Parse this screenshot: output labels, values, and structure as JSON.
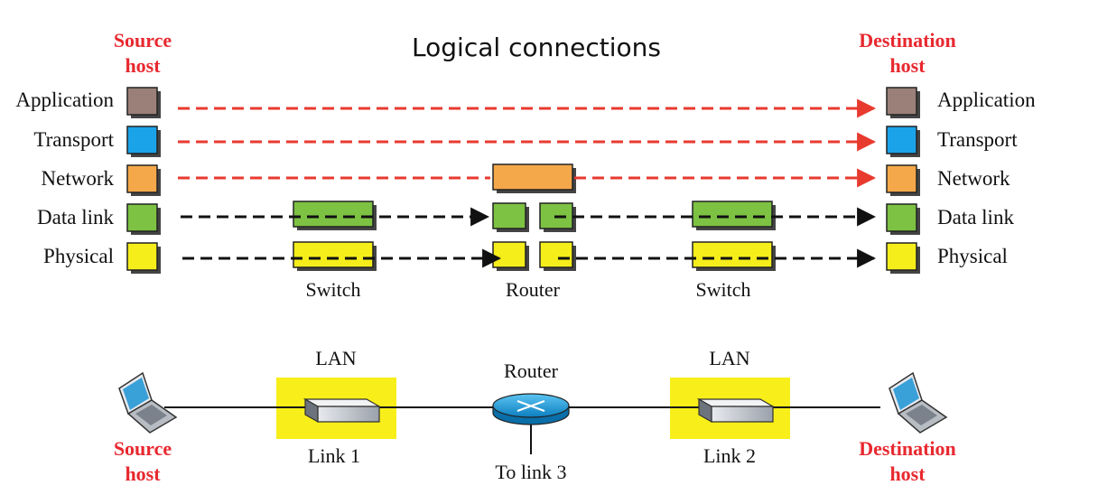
{
  "title": "Logical connections",
  "source_host": {
    "line1": "Source",
    "line2": "host"
  },
  "destination_host": {
    "line1": "Destination",
    "line2": "host"
  },
  "layers": [
    {
      "name": "Application",
      "color": "#9a8078"
    },
    {
      "name": "Transport",
      "color": "#1aa3e8"
    },
    {
      "name": "Network",
      "color": "#f5a84a"
    },
    {
      "name": "Data link",
      "color": "#7dc243"
    },
    {
      "name": "Physical",
      "color": "#f5ee1a"
    }
  ],
  "devices": {
    "switch_left": "Switch",
    "router": "Router",
    "switch_right": "Switch"
  },
  "topology": {
    "lan_left": "LAN",
    "lan_right": "LAN",
    "router": "Router",
    "link1": "Link 1",
    "link2": "Link 2",
    "link3": "To link 3",
    "source": {
      "line1": "Source",
      "line2": "host"
    },
    "destination": {
      "line1": "Destination",
      "line2": "host"
    }
  },
  "colors": {
    "logical_arrow": "#e83a2f",
    "physical_arrow": "#111111",
    "lan_highlight": "#f7ee1a",
    "router_body": "#1aa3e8"
  }
}
